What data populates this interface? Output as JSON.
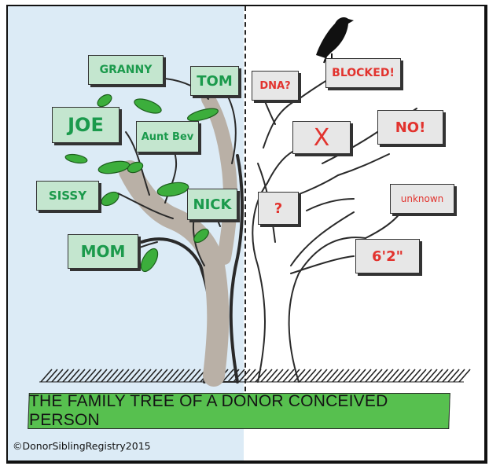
{
  "left_signs": [
    {
      "key": "granny",
      "text": "GRANNY"
    },
    {
      "key": "tom",
      "text": "TOM"
    },
    {
      "key": "joe",
      "text": "JOE"
    },
    {
      "key": "aunt-bev",
      "text": "Aunt Bev"
    },
    {
      "key": "sissy",
      "text": "SISSY"
    },
    {
      "key": "nick",
      "text": "NICK"
    },
    {
      "key": "mom",
      "text": "MOM"
    }
  ],
  "right_signs": [
    {
      "key": "dna",
      "text": "DNA?"
    },
    {
      "key": "blocked",
      "text": "BLOCKED!"
    },
    {
      "key": "no",
      "text": "NO!"
    },
    {
      "key": "question",
      "text": "?"
    },
    {
      "key": "unknown",
      "text": "unknown"
    },
    {
      "key": "height",
      "text": "6'2\""
    }
  ],
  "cross_mark": "X",
  "banner": "THE FAMILY TREE OF A DONOR CONCEIVED PERSON",
  "credit": "©DonorSiblingRegistry2015",
  "colors": {
    "left_background": "#dcebf6",
    "green_sign": "#c4e6cf",
    "green_text": "#1b9a4c",
    "gray_sign": "#e7e7e7",
    "red_text": "#e2332e",
    "banner": "#57c04f",
    "leaf": "#3cae3c",
    "bark": "#b9b0a6"
  }
}
